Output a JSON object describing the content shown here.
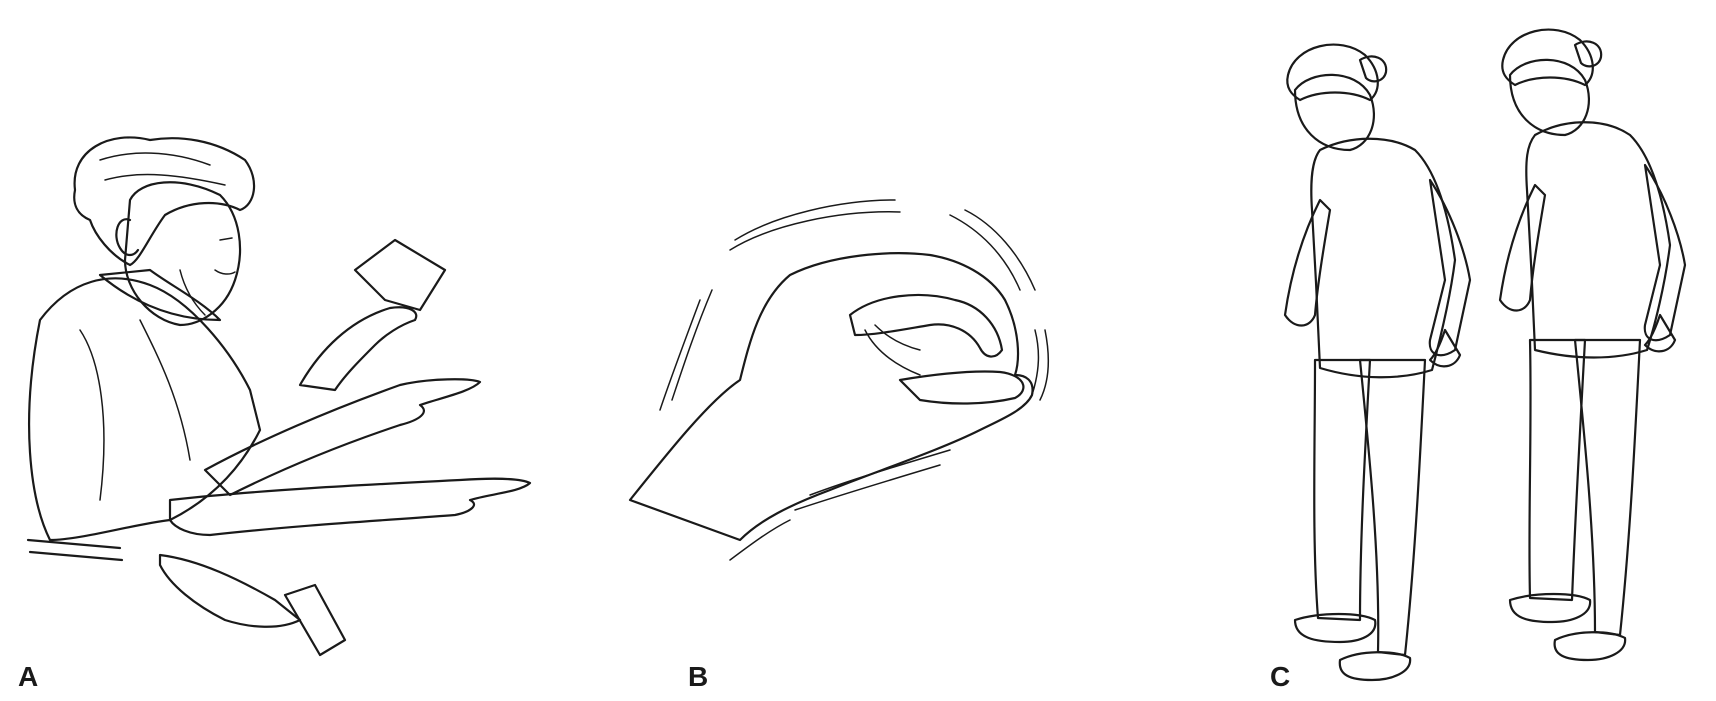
{
  "panels": [
    {
      "label": "A"
    },
    {
      "label": "B"
    },
    {
      "label": "C"
    }
  ],
  "colors": {
    "skin": "#fbe4d3",
    "clothing": "#c9cfeb",
    "hair": "#c9c9c9",
    "shoe": "#7e8bd0",
    "line": "#1a1a1a"
  }
}
